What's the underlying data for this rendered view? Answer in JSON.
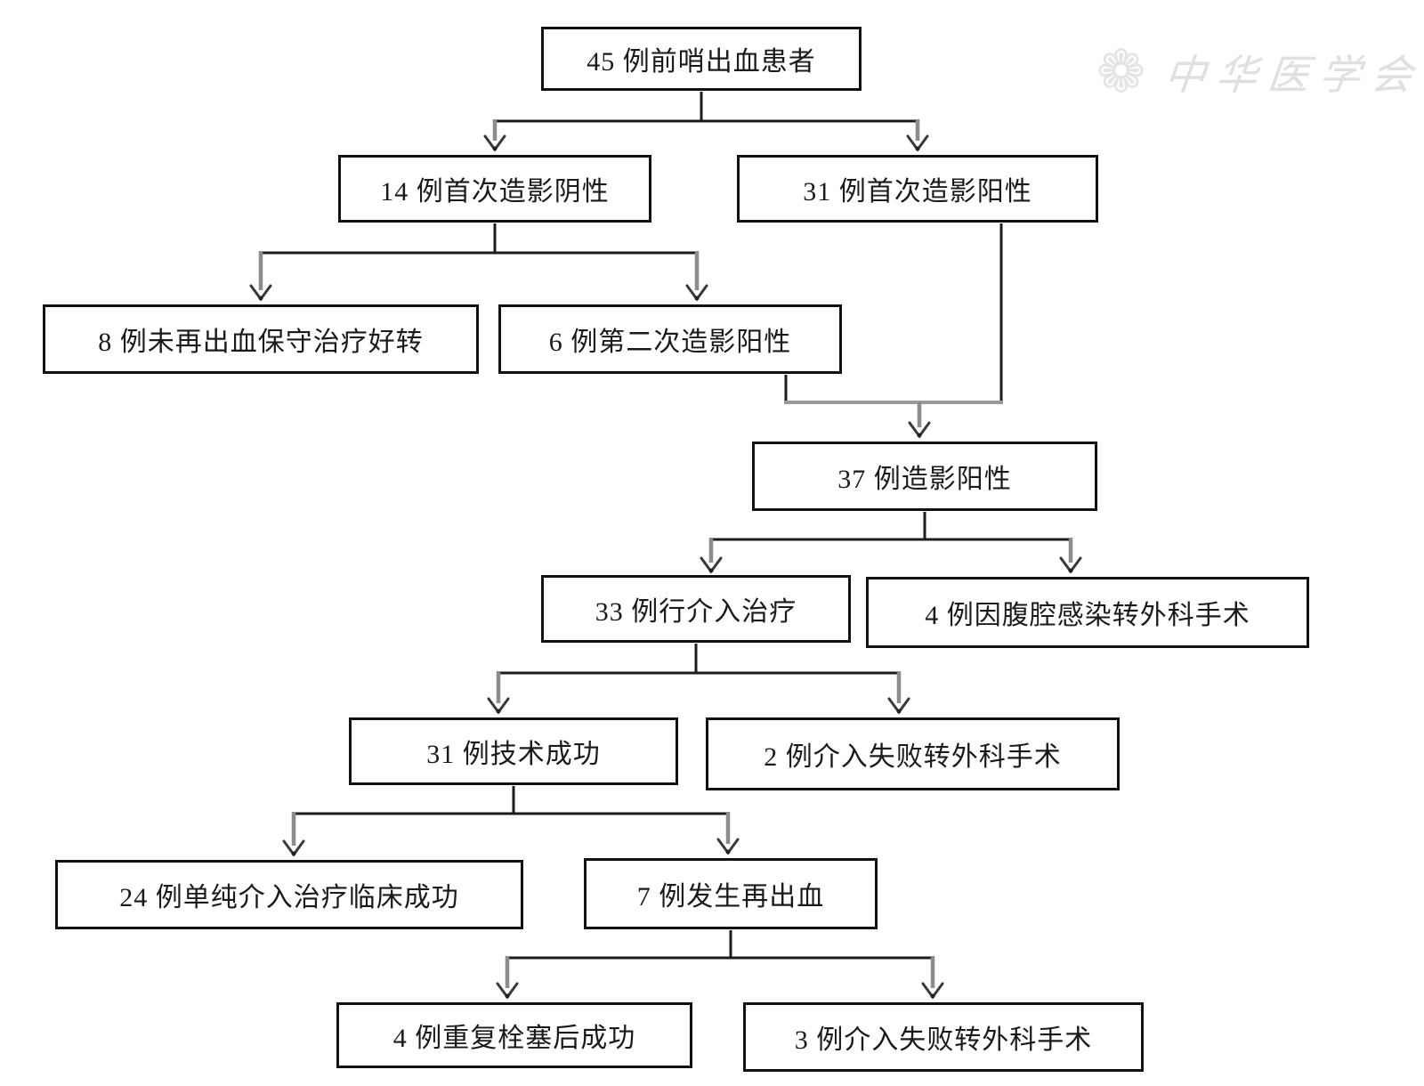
{
  "watermark": {
    "seal_icon": "cma-flower-seal",
    "text": "中华医学会"
  },
  "colors": {
    "box_border": "#111111",
    "connector_line": "#1c1c1c",
    "merge_line": "#9a9a9a",
    "arrow_stem": "#8c8c8c",
    "arrow_head": "#383838",
    "watermark": "#e2e2e2",
    "background": "#ffffff"
  },
  "nodes": {
    "sentinel": {
      "count": 45,
      "label": "45 例前哨出血患者"
    },
    "first_angio_negative": {
      "count": 14,
      "label": "14 例首次造影阴性"
    },
    "first_angio_positive": {
      "count": 31,
      "label": "31 例首次造影阳性"
    },
    "no_rebleed_conservative": {
      "count": 8,
      "label": "8 例未再出血保守治疗好转"
    },
    "second_angio_positive": {
      "count": 6,
      "label": "6 例第二次造影阳性"
    },
    "angio_positive_total": {
      "count": 37,
      "label": "37 例造影阳性"
    },
    "interventional": {
      "count": 33,
      "label": "33 例行介入治疗"
    },
    "infection_to_surgery": {
      "count": 4,
      "label": "4 例因腹腔感染转外科手术"
    },
    "technical_success": {
      "count": 31,
      "label": "31 例技术成功"
    },
    "failed_to_surgery_2": {
      "count": 2,
      "label": "2 例介入失败转外科手术"
    },
    "clinical_success": {
      "count": 24,
      "label": "24 例单纯介入治疗临床成功"
    },
    "rebleeding": {
      "count": 7,
      "label": "7 例发生再出血"
    },
    "repeat_embolization": {
      "count": 4,
      "label": "4 例重复栓塞后成功"
    },
    "failed_to_surgery_3": {
      "count": 3,
      "label": "3 例介入失败转外科手术"
    }
  },
  "edges": [
    {
      "from": "sentinel",
      "to": "first_angio_negative"
    },
    {
      "from": "sentinel",
      "to": "first_angio_positive"
    },
    {
      "from": "first_angio_negative",
      "to": "no_rebleed_conservative"
    },
    {
      "from": "first_angio_negative",
      "to": "second_angio_positive"
    },
    {
      "from": "second_angio_positive",
      "to": "angio_positive_total"
    },
    {
      "from": "first_angio_positive",
      "to": "angio_positive_total"
    },
    {
      "from": "angio_positive_total",
      "to": "interventional"
    },
    {
      "from": "angio_positive_total",
      "to": "infection_to_surgery"
    },
    {
      "from": "interventional",
      "to": "technical_success"
    },
    {
      "from": "interventional",
      "to": "failed_to_surgery_2"
    },
    {
      "from": "technical_success",
      "to": "clinical_success"
    },
    {
      "from": "technical_success",
      "to": "rebleeding"
    },
    {
      "from": "rebleeding",
      "to": "repeat_embolization"
    },
    {
      "from": "rebleeding",
      "to": "failed_to_surgery_3"
    }
  ]
}
